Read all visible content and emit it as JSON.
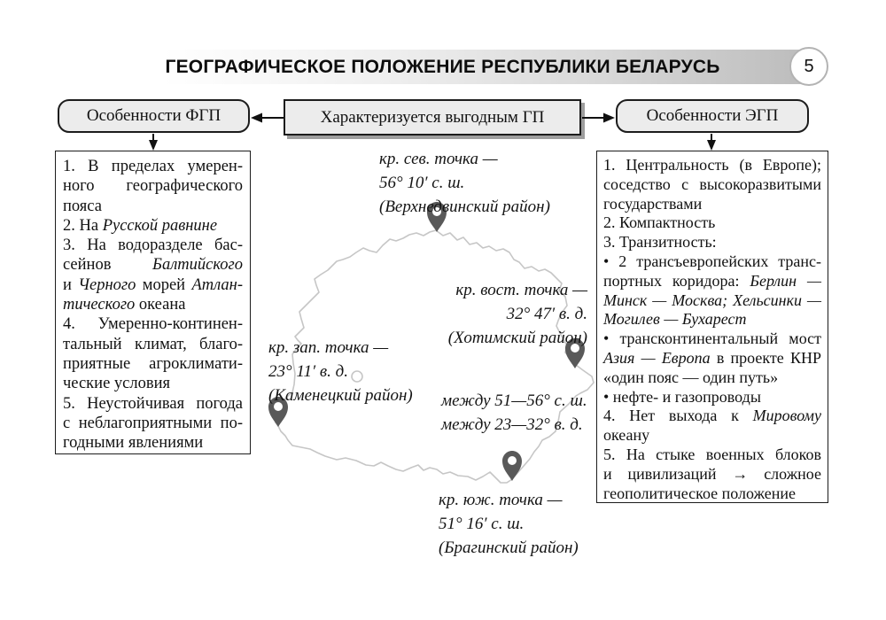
{
  "header": {
    "title": "ГЕОГРАФИЧЕСКОЕ ПОЛОЖЕНИЕ РЕСПУБЛИКИ БЕЛАРУСЬ",
    "page_number": "5"
  },
  "flowchart": {
    "fgp_title": "Особенности ФГП",
    "center_title": "Характеризуется выгодным ГП",
    "egp_title": "Особенности ЭГП"
  },
  "lists": {
    "fgp": [
      {
        "lines": [
          [
            {
              "t": "1. В пределах умерен-"
            }
          ],
          [
            {
              "t": "ного географического"
            }
          ],
          [
            {
              "t": "пояса"
            }
          ]
        ]
      },
      {
        "lines": [
          [
            {
              "t": "2. На "
            },
            {
              "t": "Русской равнине",
              "i": true
            }
          ]
        ]
      },
      {
        "lines": [
          [
            {
              "t": "3. На водоразделе бас-"
            }
          ],
          [
            {
              "t": "сейнов "
            },
            {
              "t": "Балтийского",
              "i": true
            }
          ],
          [
            {
              "t": "и "
            },
            {
              "t": "Черного",
              "i": true
            },
            {
              "t": " морей "
            },
            {
              "t": "Атлан-",
              "i": true
            }
          ],
          [
            {
              "t": "тического",
              "i": true
            },
            {
              "t": " океана"
            }
          ]
        ]
      },
      {
        "lines": [
          [
            {
              "t": "4. Умеренно-континен-"
            }
          ],
          [
            {
              "t": "тальный климат, благо-"
            }
          ],
          [
            {
              "t": "приятные агроклимати-"
            }
          ],
          [
            {
              "t": "ческие условия"
            }
          ]
        ]
      },
      {
        "lines": [
          [
            {
              "t": "5. Неустойчивая погода"
            }
          ],
          [
            {
              "t": "с неблагоприятными по-"
            }
          ],
          [
            {
              "t": "годными явлениями"
            }
          ]
        ]
      }
    ],
    "egp": [
      {
        "lines": [
          [
            {
              "t": "1. Центральность (в Европе);"
            }
          ],
          [
            {
              "t": "соседство с высокоразвитыми"
            }
          ],
          [
            {
              "t": "государствами"
            }
          ]
        ]
      },
      {
        "lines": [
          [
            {
              "t": "2. Компактность"
            }
          ]
        ]
      },
      {
        "lines": [
          [
            {
              "t": "3. Транзитность:"
            }
          ]
        ]
      },
      {
        "lines": [
          [
            {
              "t": "•  2 трансъевропейских транс-"
            }
          ],
          [
            {
              "t": "портных коридора: "
            },
            {
              "t": "Берлин —",
              "i": true
            }
          ],
          [
            {
              "t": "Минск — Москва; Хельсинки —",
              "i": true
            }
          ],
          [
            {
              "t": "Могилев — Бухарест",
              "i": true
            }
          ]
        ]
      },
      {
        "lines": [
          [
            {
              "t": "•  трансконтинентальный мост"
            }
          ],
          [
            {
              "t": "Азия — Европа",
              "i": true
            },
            {
              "t": " в проекте КНР"
            }
          ],
          [
            {
              "t": "«один пояс — один путь»"
            }
          ]
        ]
      },
      {
        "lines": [
          [
            {
              "t": "•  нефте- и газопроводы"
            }
          ]
        ]
      },
      {
        "lines": [
          [
            {
              "t": "4. Нет выхода к "
            },
            {
              "t": "Мировому",
              "i": true
            }
          ],
          [
            {
              "t": "океану"
            }
          ]
        ]
      },
      {
        "lines": [
          [
            {
              "t": "5. На стыке военных блоков"
            }
          ],
          [
            {
              "t": "и цивилизаций → сложное"
            }
          ],
          [
            {
              "t": "геополитическое положение"
            }
          ]
        ]
      }
    ]
  },
  "map": {
    "north_label": [
      "кр. сев. точка —",
      "56° 10′ с. ш.",
      "(Верхнедвинский район)"
    ],
    "east_label": [
      "кр. вост. точка —",
      "32° 47′ в. д.",
      "(Хотимский район)"
    ],
    "west_label": [
      "кр. зап. точка —",
      "23° 11′ в. д.",
      "(Каменецкий район)"
    ],
    "south_label": [
      "кр. юж. точка —",
      "51° 16′ с. ш.",
      "(Брагинский район)"
    ],
    "range_label": [
      "между 51—56° с. ш.",
      "между 23—32° в. д."
    ]
  },
  "colors": {
    "pin": "#595959",
    "map_outline": "#c6c6c6",
    "box_fill": "#ececec",
    "box_shadow": "#9e9e9e"
  }
}
